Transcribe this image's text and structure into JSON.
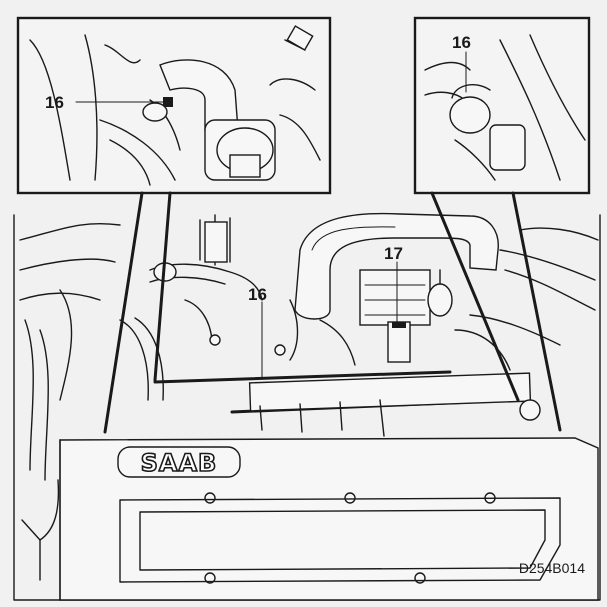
{
  "callouts": {
    "label_16_inset_left": "16",
    "label_16_inset_right": "16",
    "label_16_main": "16",
    "label_17_main": "17"
  },
  "brand": {
    "logo_text": "SAAB"
  },
  "figure": {
    "code": "D254B014"
  },
  "colors": {
    "ink": "#1a1a1a",
    "paper": "#f1f1f1"
  }
}
